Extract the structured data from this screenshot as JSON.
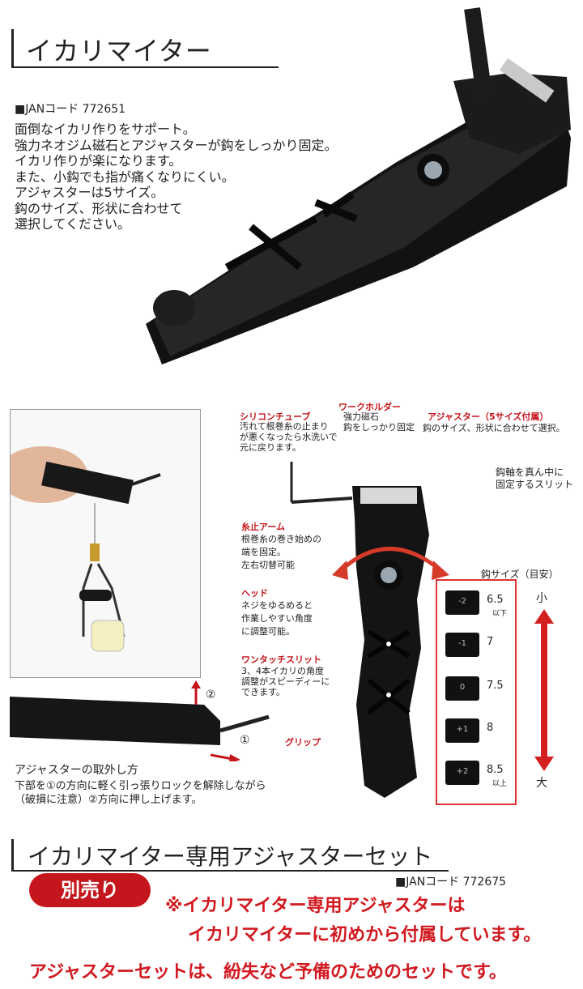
{
  "product": {
    "title": "イカリマイター",
    "jan": "■JANコード 772651",
    "description": [
      "面倒なイカリ作りをサポート。",
      "強力ネオジム磁石とアジャスターが鈎をしっかり固定。",
      "イカリ作りが楽になります。",
      "また、小鈎でも指が痛くなりにくい。",
      "アジャスターは5サイズ。",
      "鈎のサイズ、形状に合わせて",
      "選択してください。"
    ]
  },
  "callouts": {
    "silicon_title": "シリコンチューブ",
    "silicon_text": [
      "汚れて根巻糸の止まり",
      "が悪くなったら水洗いで",
      "元に戻ります。"
    ],
    "work_title": "ワークホルダー",
    "work_text": [
      "強力磁石",
      "鈎をしっかり固定"
    ],
    "adjuster_title": "アジャスター（5サイズ付属）",
    "adjuster_text": "鈎のサイズ、形状に合わせて選択。",
    "slit_text": [
      "鈎軸を真ん中に",
      "固定するスリット"
    ],
    "arm_title": "糸止アーム",
    "arm_text": [
      "根巻糸の巻き始めの",
      "端を固定。",
      "左右切替可能"
    ],
    "head_title": "ヘッド",
    "head_text": [
      "ネジをゆるめると",
      "作業しやすい角度",
      "に調整可能。"
    ],
    "onetouch_title": "ワンタッチスリット",
    "onetouch_text": [
      "3、4本イカリの角度",
      "調整がスピーディーに",
      "できます。"
    ],
    "grip_title": "グリップ"
  },
  "sizes": {
    "heading": "鈎サイズ（目安）",
    "small": "小",
    "large": "大",
    "rows": [
      {
        "mark": "-2",
        "value": "6.5",
        "sub": "以下"
      },
      {
        "mark": "-1",
        "value": "7",
        "sub": ""
      },
      {
        "mark": "0",
        "value": "7.5",
        "sub": ""
      },
      {
        "mark": "+1",
        "value": "8",
        "sub": ""
      },
      {
        "mark": "+2",
        "value": "8.5",
        "sub": "以上"
      }
    ]
  },
  "removal": {
    "marker1": "①",
    "marker2": "②",
    "title": "アジャスターの取外し方",
    "text": [
      "下部を①の方向に軽く引っ張りロックを解除しながら",
      "（破損に注意）②方向に押し上げます。"
    ]
  },
  "set": {
    "title": "イカリマイター専用アジャスターセット",
    "jan": "■JANコード 772675",
    "badge": "別売り",
    "note1": "※イカリマイター専用アジャスターは",
    "note2": "イカリマイターに初めから付属しています。",
    "note3": "アジャスターセットは、紛失など予備のためのセットです。"
  },
  "colors": {
    "accent_red": "#c4161c",
    "tool_black": "#151515"
  }
}
